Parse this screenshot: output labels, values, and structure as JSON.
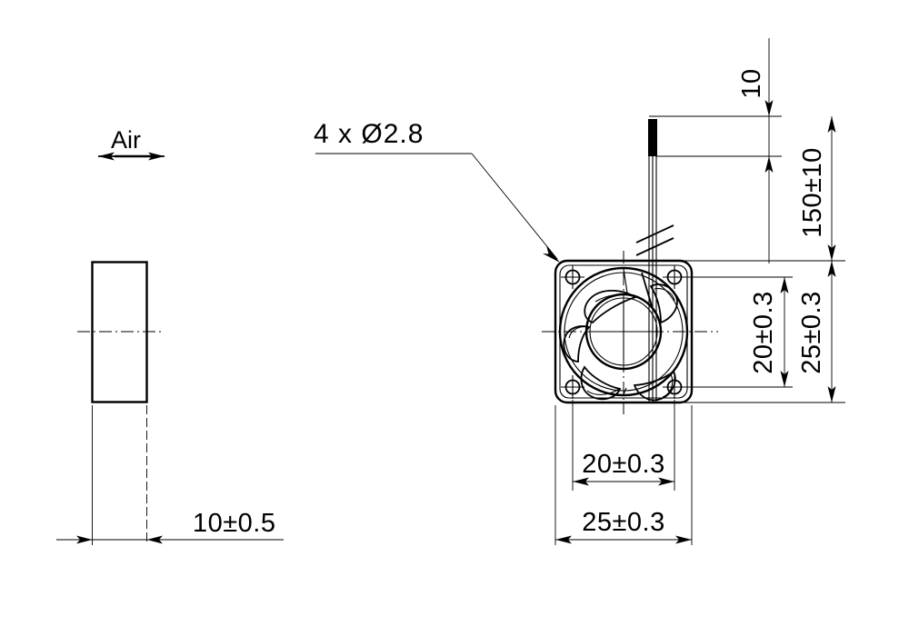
{
  "drawing": {
    "type": "mechanical-fan-dimension-drawing",
    "units": "mm",
    "line_color": "#000000",
    "background_color": "#ffffff"
  },
  "labels": {
    "air_flow": "Air",
    "hole_callout": "4  x  Ø2.8",
    "thickness": "10±0.5",
    "lead_strip": "10",
    "lead_length": "150±10",
    "hole_pitch_v": "20±0.3",
    "body_height": "25±0.3",
    "hole_pitch_h": "20±0.3",
    "body_width": "25±0.3"
  },
  "dimensions": {
    "side_view_thickness": "10±0.5",
    "fan_width": "25±0.3",
    "fan_height": "25±0.3",
    "mounting_pitch_x": "20±0.3",
    "mounting_pitch_y": "20±0.3",
    "lead_wire_length": "150±10",
    "lead_strip_length": "10",
    "mounting_hole_count": "4",
    "mounting_hole_diameter": "Ø2.8"
  }
}
